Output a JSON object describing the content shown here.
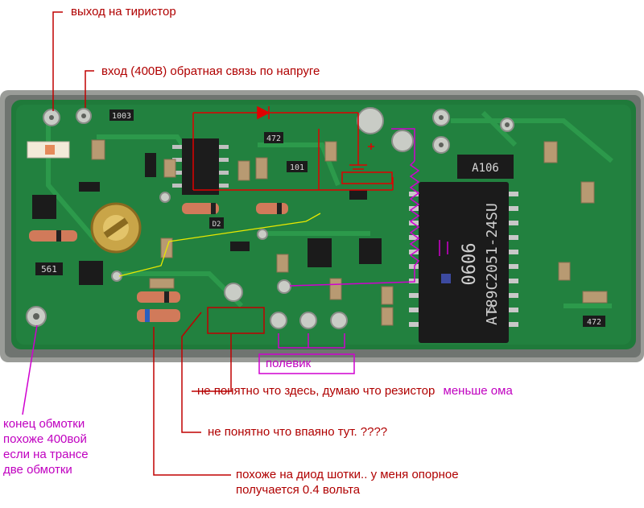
{
  "colors": {
    "pcb": "#1f7a3a",
    "annotation_red": "#c00000",
    "annotation_magenta": "#c000c0"
  },
  "labels": {
    "thyristor_output": "выход на тиристор",
    "feedback_input": "вход (400В) обратная связь по напруге",
    "fet": "полевик",
    "resistor_guess": "не понятно что здесь, думаю что резистор",
    "resistor_guess_suffix": "меньше ома",
    "unknown_part": "не понятно что впаяно тут. ????",
    "schottky_line1": "похоже на диод шотки..  у меня опорное",
    "schottky_line2": "получается 0.4 вольта",
    "winding_end": [
      "конец обмотки",
      "похоже 400вой",
      "если на трансе",
      "две обмотки"
    ]
  },
  "chip_markings": {
    "mcu_line1": "0606",
    "mcu_line2": "AT89C2051-24SU",
    "diode_code": "A106",
    "res_1003": "1003",
    "res_472_top": "472",
    "res_101": "101",
    "res_472_right": "472",
    "res_561": "561",
    "d2": "D2"
  }
}
